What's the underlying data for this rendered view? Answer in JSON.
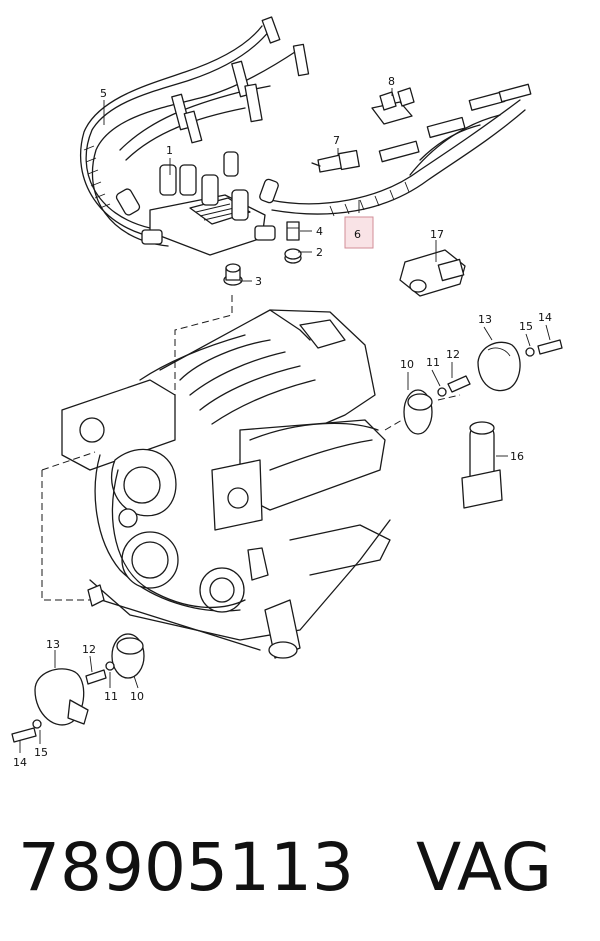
{
  "callouts": {
    "c1": "1",
    "c2": "2",
    "c3": "3",
    "c4": "4",
    "c5": "5",
    "c6": "6",
    "c7": "7",
    "c8": "8",
    "c10": "10",
    "c11": "11",
    "c12": "12",
    "c13": "13",
    "c14": "14",
    "c15": "15",
    "c16": "16",
    "c17": "17",
    "c10b": "10",
    "c11b": "11",
    "c12b": "12",
    "c13b": "13",
    "c14b": "14",
    "c15b": "15"
  },
  "highlight_color": "#f9e3e6",
  "caption": {
    "part_number": "78905113",
    "brand": "VAG"
  }
}
